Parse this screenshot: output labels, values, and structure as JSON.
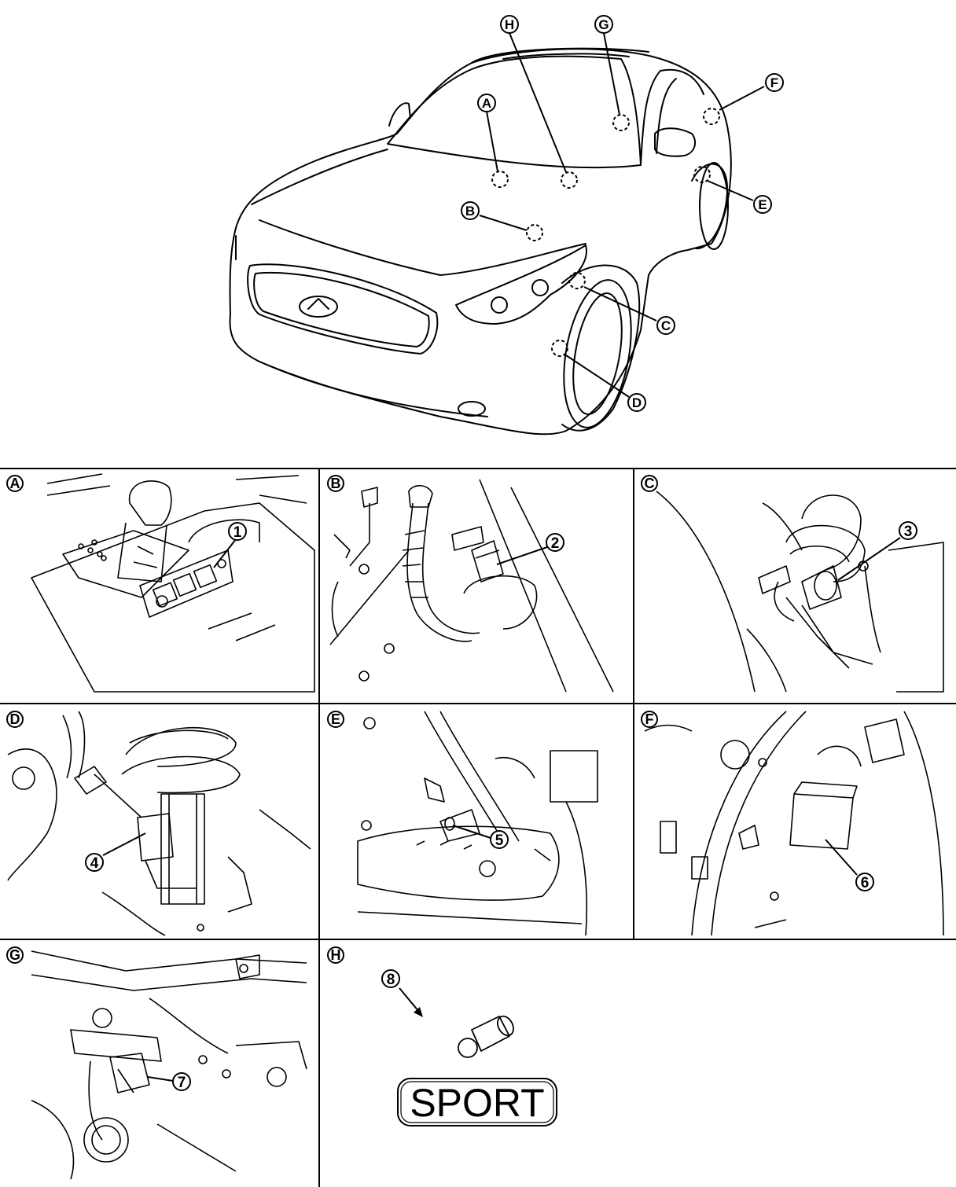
{
  "overview": {
    "callouts": [
      "A",
      "B",
      "C",
      "D",
      "E",
      "F",
      "G",
      "H"
    ]
  },
  "panels": {
    "A": {
      "letter": "A",
      "part_number": "1"
    },
    "B": {
      "letter": "B",
      "part_number": "2"
    },
    "C": {
      "letter": "C",
      "part_number": "3"
    },
    "D": {
      "letter": "D",
      "part_number": "4"
    },
    "E": {
      "letter": "E",
      "part_number": "5"
    },
    "F": {
      "letter": "F",
      "part_number": "6"
    },
    "G": {
      "letter": "G",
      "part_number": "7"
    },
    "H": {
      "letter": "H",
      "part_number": "8",
      "indicator_text": "SPORT"
    }
  }
}
